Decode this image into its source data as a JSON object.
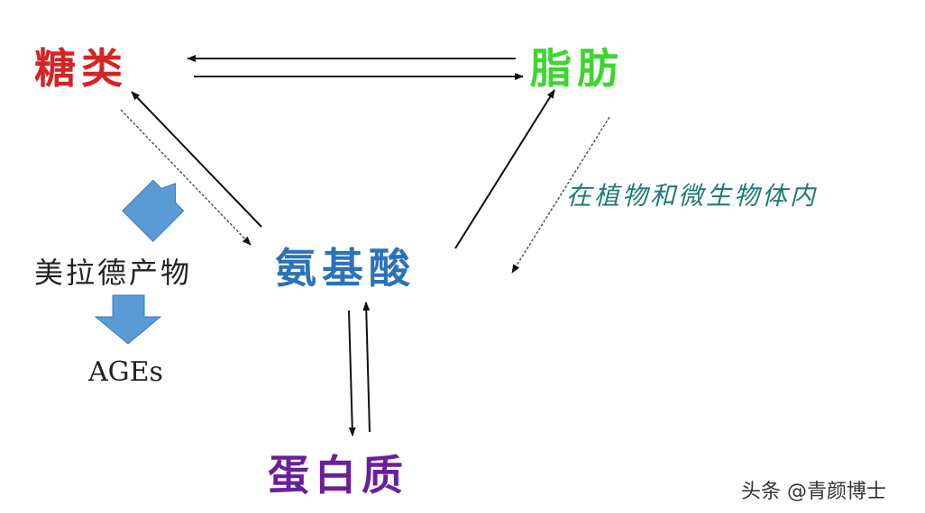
{
  "nodes": {
    "sugar": "糖类",
    "fat": "脂肪",
    "amino_acid": "氨基酸",
    "protein": "蛋白质",
    "maillard_product": "美拉德产物",
    "ages": "AGEs"
  },
  "annotation": "在植物和微生物体内",
  "watermark": "头条 @青颜博士",
  "colors": {
    "sugar": "#d42424",
    "fat": "#3bd62e",
    "amino_acid": "#2b73b8",
    "protein": "#6a1f9a",
    "block_arrow": "#5b9bd5",
    "annotation": "#1f7a78"
  }
}
